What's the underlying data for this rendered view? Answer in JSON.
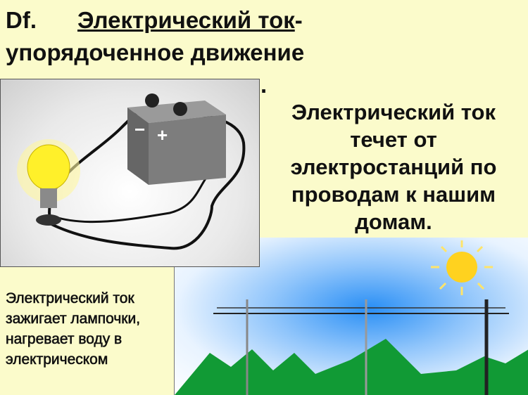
{
  "title": {
    "prefix": "Df.",
    "term": "Электрический ток",
    "dash": "-",
    "line2": "упорядоченное движение",
    "line3_tail": "."
  },
  "right_text": "Электрический ток течет от электростанций по проводам к нашим домам.",
  "left_text": "Электрический ток зажигает лампочки, нагревает воду в электрическом",
  "battery_signs": {
    "minus": "−",
    "plus": "+"
  },
  "colors": {
    "background": "#fbfbcb",
    "sky": "#2a8ff5",
    "hills": "#119a35",
    "sun": "#ffd21f",
    "bulb": "#ffee33"
  }
}
